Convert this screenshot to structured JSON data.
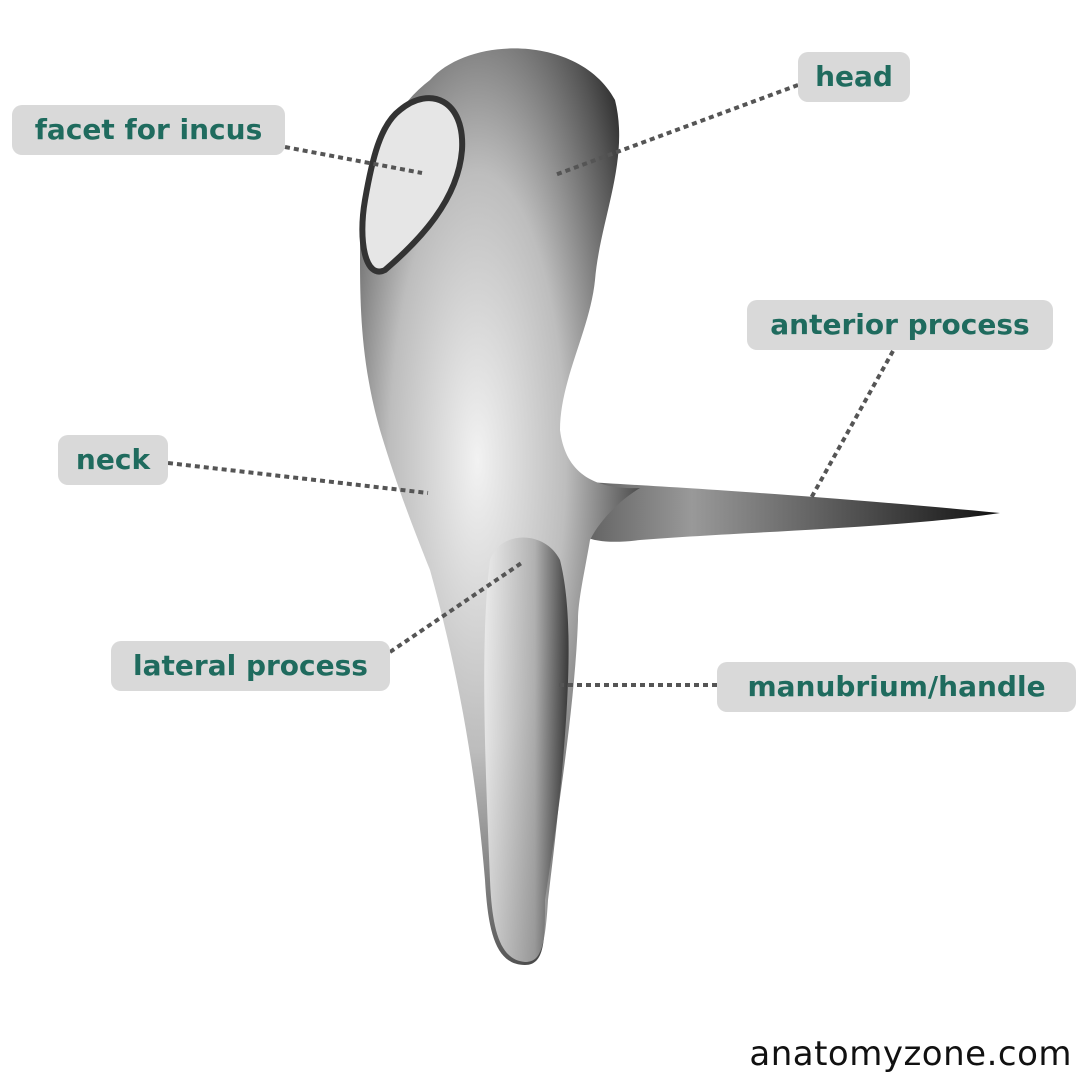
{
  "labels": {
    "facet_for_incus": "facet for incus",
    "head": "head",
    "anterior_process": "anterior process",
    "neck": "neck",
    "lateral_process": "lateral process",
    "manubrium": "manubrium/handle"
  },
  "footer": "anatomyzone.com",
  "colors": {
    "label_text": "#1f6b5e",
    "label_bg": "#d9d9d9",
    "leader_line": "#555555"
  }
}
